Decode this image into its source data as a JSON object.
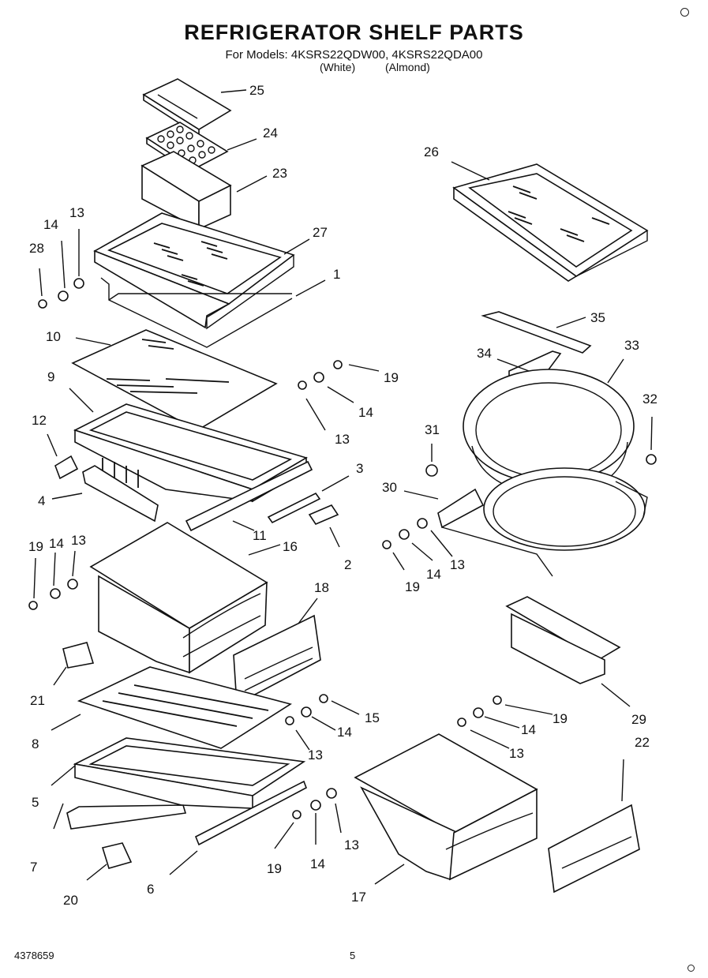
{
  "header": {
    "title": "REFRIGERATOR SHELF PARTS",
    "models_line": "For Models: 4KSRS22QDW00, 4KSRS22QDA00",
    "variant_white": "(White)",
    "variant_almond": "(Almond)"
  },
  "footer": {
    "doc_number": "4378659",
    "page_number": "5"
  },
  "callouts": {
    "c25": "25",
    "c24": "24",
    "c23": "23",
    "c26": "26",
    "c14a": "14",
    "c13a": "13",
    "c28": "28",
    "c27": "27",
    "c1": "1",
    "c10": "10",
    "c35": "35",
    "c34": "34",
    "c33": "33",
    "c9": "9",
    "c19a": "19",
    "c14b": "14",
    "c13b": "13",
    "c12": "12",
    "c32": "32",
    "c31": "31",
    "c3": "3",
    "c4": "4",
    "c30": "30",
    "c11": "11",
    "c16": "16",
    "c2": "2",
    "c19b": "19",
    "c14c": "14",
    "c13c": "13",
    "c14d": "14",
    "c13d": "13",
    "c19c": "19",
    "c18": "18",
    "c21": "21",
    "c29": "29",
    "c15": "15",
    "c8": "8",
    "c14e": "14",
    "c19d": "19",
    "c14f": "14",
    "c22": "22",
    "c13e": "13",
    "c13f": "13",
    "c5": "5",
    "c7": "7",
    "c13g": "13",
    "c19e": "19",
    "c14g": "14",
    "c20": "20",
    "c6": "6",
    "c17": "17"
  }
}
